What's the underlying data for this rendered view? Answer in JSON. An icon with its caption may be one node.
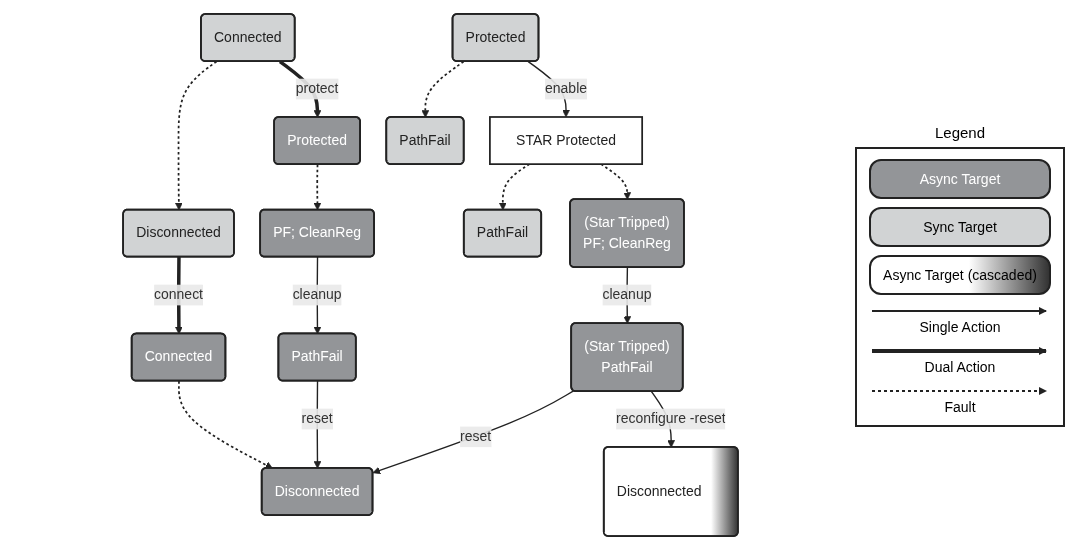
{
  "diagram": {
    "nodes": [
      {
        "text": [
          "Disconnected"
        ]
      },
      {
        "text": [
          "Disconnected"
        ]
      },
      {
        "text": [
          "Connected"
        ]
      },
      {
        "text": [
          "Connected"
        ]
      },
      {
        "text": [
          "Protected"
        ]
      },
      {
        "text": [
          "Protected"
        ]
      },
      {
        "text": [
          "STAR Protected"
        ]
      },
      {
        "text": [
          "PathFail"
        ]
      },
      {
        "text": [
          "PathFail"
        ]
      },
      {
        "text": [
          "PF; CleanReg"
        ]
      },
      {
        "text": [
          "(Star Tripped)",
          "PathFail"
        ]
      },
      {
        "text": [
          "PathFail"
        ]
      },
      {
        "text": [
          "(Star Tripped)",
          "PF; CleanReg"
        ]
      },
      {
        "text": [
          "Disconnected"
        ]
      }
    ],
    "edges": [
      {
        "from": 1,
        "to": 2,
        "arrow": "to",
        "label": "connect",
        "style": "thick"
      },
      {
        "from": 2,
        "to": 0,
        "arrow": "to",
        "style": "dashed"
      },
      {
        "from": 3,
        "to": 1,
        "arrow": "to",
        "style": "dashed"
      },
      {
        "from": 3,
        "to": 4,
        "arrow": "to",
        "label": "protect",
        "style": "thick"
      },
      {
        "from": 5,
        "to": 6,
        "arrow": "to",
        "label": "enable"
      },
      {
        "from": 4,
        "to": 9,
        "arrow": "to",
        "style": "dashed"
      },
      {
        "from": 5,
        "to": 8,
        "arrow": "to",
        "style": "dashed"
      },
      {
        "from": 9,
        "to": 7,
        "arrow": "to",
        "label": "cleanup"
      },
      {
        "from": 7,
        "to": 0,
        "arrow": "to",
        "label": "reset"
      },
      {
        "from": 6,
        "to": 12,
        "arrow": "to",
        "style": "dashed"
      },
      {
        "from": 6,
        "to": 11,
        "arrow": "to",
        "style": "dashed"
      },
      {
        "from": 12,
        "to": 10,
        "arrow": "to",
        "label": "cleanup"
      },
      {
        "from": 10,
        "to": 0,
        "arrow": "to",
        "label": "reset"
      },
      {
        "from": 10,
        "to": 13,
        "arrow": "to",
        "label": "reconfigure -reset"
      }
    ],
    "labels": [
      "Legend"
    ],
    "legend": [
      {
        "text": "Async Target",
        "color": "#939598"
      },
      {
        "text": "Sync Target",
        "color": "#d1d3d4"
      },
      {
        "text": "Async Target (cascaded)"
      },
      {
        "text": "Single Action"
      },
      {
        "text": "Dual Action"
      },
      {
        "text": "Fault"
      }
    ]
  }
}
